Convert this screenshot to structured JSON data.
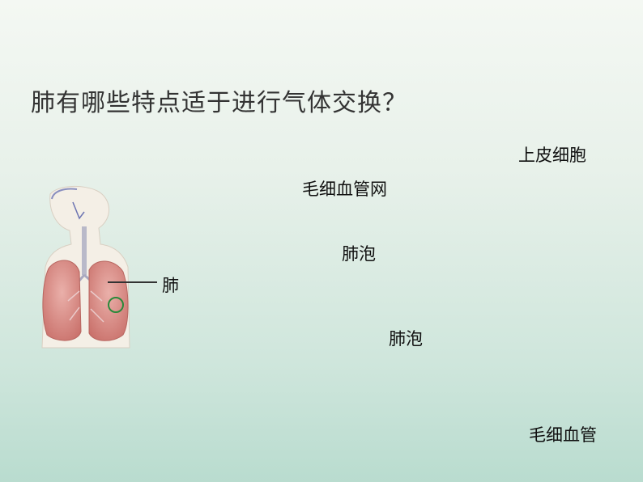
{
  "question": "肺有哪些特点适于进行气体交换？",
  "labels": {
    "lung": "肺",
    "capillary_network": "毛细血管网",
    "alveolus_top": "肺泡",
    "epithelial_cells": "上皮细胞",
    "alveolus_right": "肺泡",
    "capillary": "毛细血管"
  },
  "colors": {
    "arrow": "#d9442f",
    "lung": "#d98c88",
    "alveolus": "#e9b0a8",
    "vessel_blue": "#5566b8",
    "wall": "#e56a1f",
    "alveolus_fill": "#f4ee7a"
  }
}
